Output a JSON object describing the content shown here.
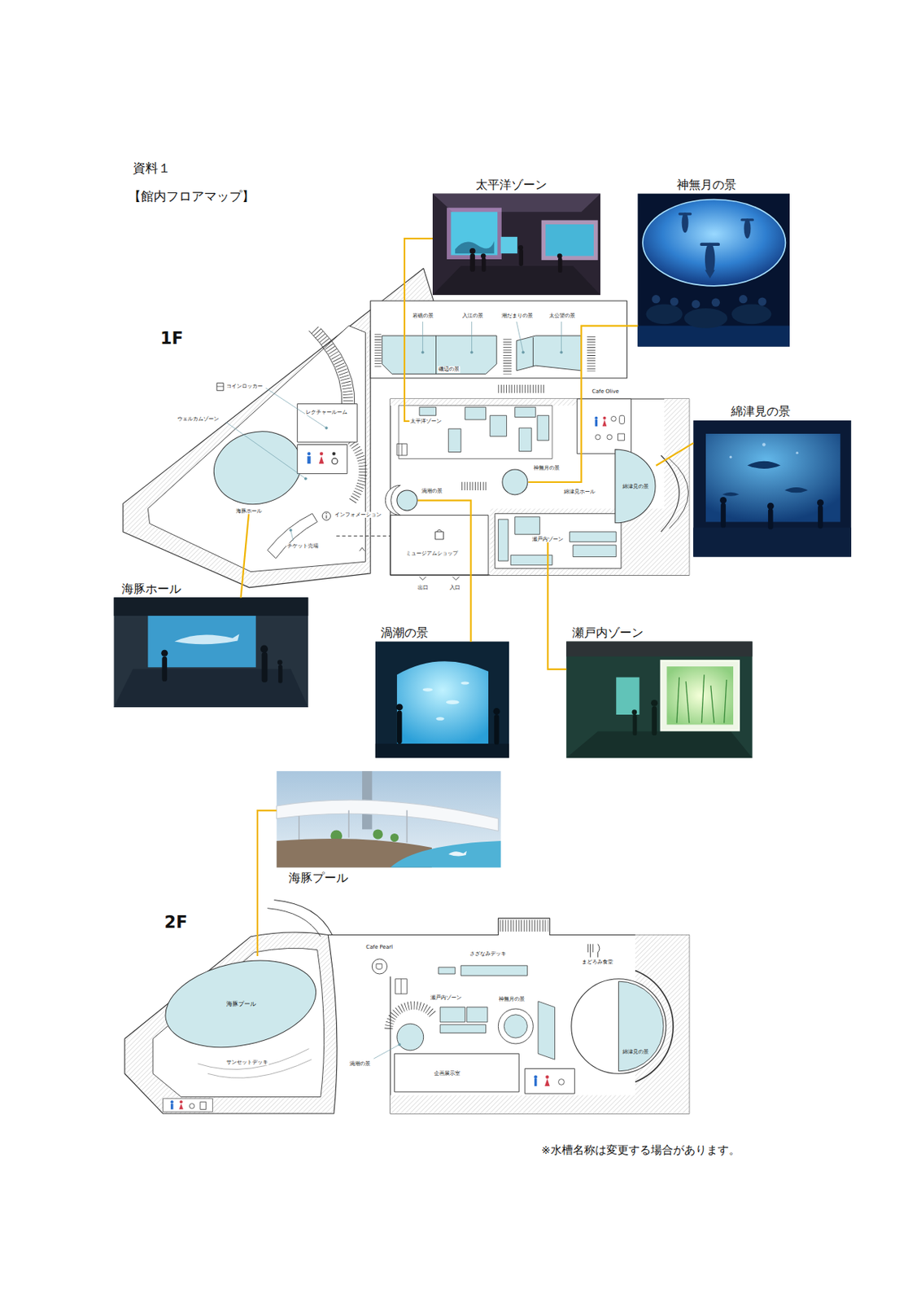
{
  "diagram": {
    "title": "【館内フロアマップ】",
    "caption": "※水槽名称は変更する場合があります。",
    "nodes": [
      {
        "text": [
          "太平洋ゾーン"
        ]
      },
      {
        "text": [
          "神無月の景"
        ]
      },
      {
        "text": [
          "綿津見の景"
        ]
      },
      {
        "text": [
          "海豚ホール"
        ]
      },
      {
        "text": [
          "渦潮の景"
        ]
      },
      {
        "text": [
          "瀬戸内ゾーン"
        ]
      },
      {
        "text": [
          "海豚プール"
        ]
      },
      {
        "text": [
          "太平洋ゾーン"
        ]
      },
      {
        "text": [
          "神無月の景"
        ]
      },
      {
        "text": [
          "綿津見の景"
        ]
      },
      {
        "text": [
          "海豚ホール"
        ]
      },
      {
        "text": [
          "渦潮の景"
        ]
      },
      {
        "text": [
          "瀬戸内ゾーン"
        ]
      },
      {
        "text": [
          "海豚プール"
        ]
      }
    ],
    "edges": [
      {
        "from": 0,
        "to": 7,
        "arrow": "none"
      },
      {
        "from": 1,
        "to": 8,
        "arrow": "none"
      },
      {
        "from": 2,
        "to": 9,
        "arrow": "none"
      },
      {
        "from": 3,
        "to": 10,
        "arrow": "none"
      },
      {
        "from": 4,
        "to": 11,
        "arrow": "none"
      },
      {
        "from": 5,
        "to": 12,
        "arrow": "none"
      },
      {
        "from": 6,
        "to": 13,
        "arrow": "none"
      }
    ],
    "labels": [
      "資料１",
      "1F",
      "岩礁の景",
      "入江の景",
      "潮だまりの景",
      "太公望の景",
      "磯辺の景",
      "Cafe Olive",
      "コインロッカー",
      "レクチャールーム",
      "ウェルカムゾーン",
      "インフォメーション",
      "チケット売場",
      "ミュージアムショップ",
      "出口",
      "入口",
      "綿津見ホール",
      "2F",
      "Cafe Pearl",
      "サンセットデッキ",
      "さざなみデッキ",
      "瀬戸内ゾーン",
      "渦潮の景",
      "神無月の景",
      "企画展示室",
      "綿津見の景",
      "まどろみ食堂"
    ]
  }
}
